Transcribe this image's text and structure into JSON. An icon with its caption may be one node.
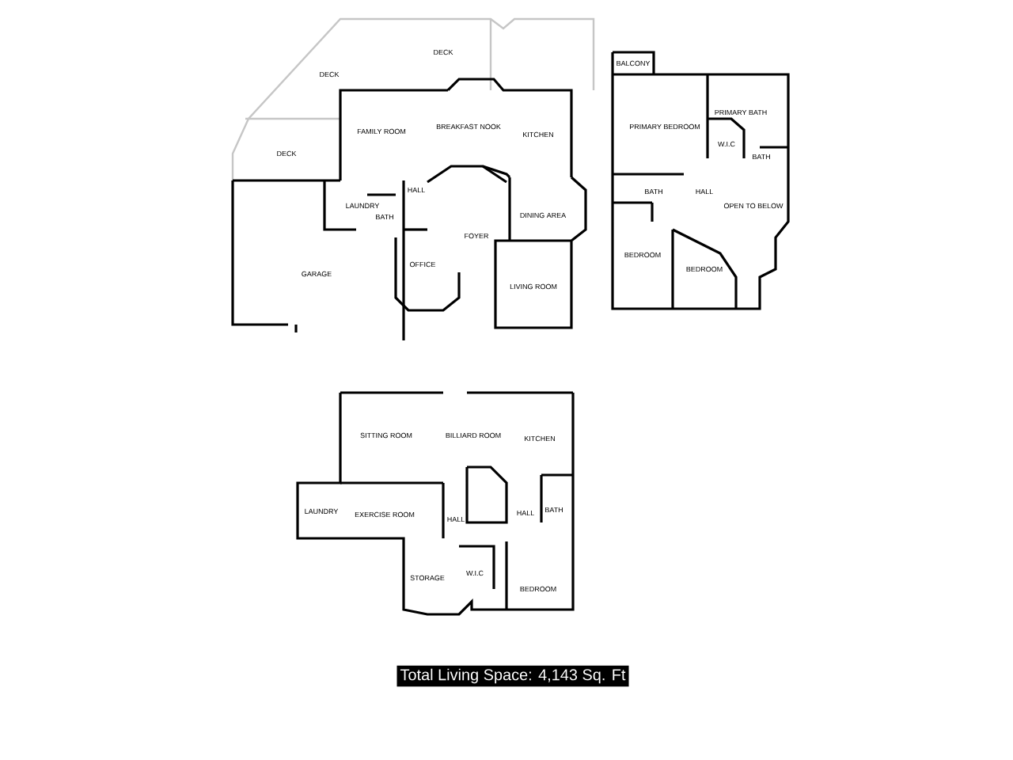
{
  "diagram": {
    "labels": [
      "DECK",
      "DECK",
      "DECK",
      "FAMILY ROOM",
      "BREAKFAST NOOK",
      "KITCHEN",
      "LAUNDRY",
      "BATH",
      "HALL",
      "FOYER",
      "DINING AREA",
      "OFFICE",
      "GARAGE",
      "LIVING ROOM",
      "BALCONY",
      "PRIMARY BEDROOM",
      "PRIMARY BATH",
      "W.I.C",
      "BATH",
      "BATH",
      "HALL",
      "OPEN TO BELOW",
      "BEDROOM",
      "BEDROOM",
      "SITTING ROOM",
      "BILLIARD ROOM",
      "KITCHEN",
      "LAUNDRY",
      "EXERCISE ROOM",
      "HALL",
      "HALL",
      "BATH",
      "STORAGE",
      "W.I.C",
      "BEDROOM",
      "Total Living Space: 4,143 Sq. Ft"
    ]
  }
}
